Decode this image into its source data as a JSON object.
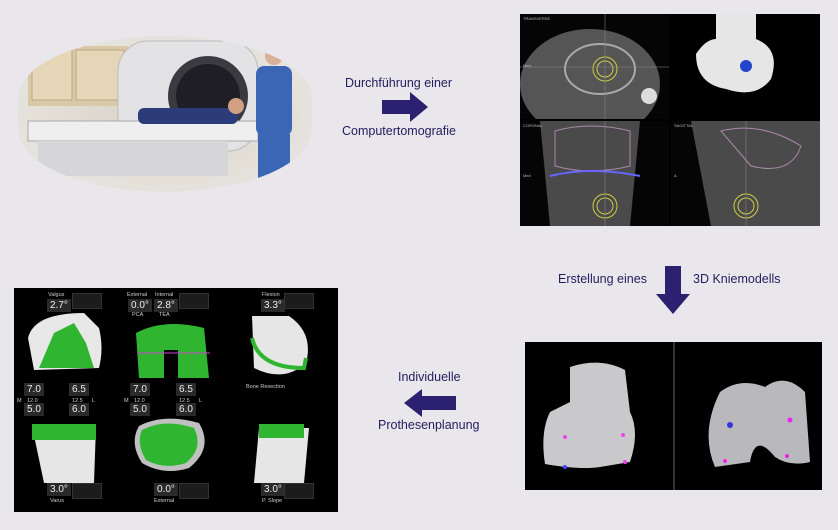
{
  "steps": {
    "step1": {
      "line1": "Durchführung einer",
      "line2": "Computertomografie"
    },
    "step2": {
      "line1": "Erstellung eines",
      "line2": "3D Kniemodells"
    },
    "step3": {
      "line1": "Individuelle",
      "line2": "Prothesenplanung"
    }
  },
  "ct_views": {
    "transverse": "TRANSVERSE",
    "coronal": "CORONAL",
    "sagittal": "SAGITTAL",
    "med1": "Med",
    "med2": "Med",
    "a": "A"
  },
  "planning": {
    "valgus_label": "Valgus",
    "valgus": "2.7°",
    "external_label": "External",
    "external": "0.0°",
    "pca_label": "PCA",
    "internal_label": "Internal",
    "internal": "2.8°",
    "tea_label": "TEA",
    "flexion_label": "Flexion",
    "flexion": "3.3°",
    "bone_resection": "Bone Resection",
    "left_block": {
      "top_m": "7.0",
      "top_l": "6.5",
      "m": "M",
      "mid_m": "12.0",
      "mid_l": "12.5",
      "l": "L",
      "bot_m": "5.0",
      "bot_l": "6.0"
    },
    "center_block": {
      "top_m": "7.0",
      "top_l": "6.5",
      "m": "M",
      "mid_m": "12.0",
      "mid_l": "12.5",
      "l": "L",
      "bot_m": "5.0",
      "bot_l": "6.0"
    },
    "varus": "3.0°",
    "varus_label": "Varus",
    "external2": "0.0°",
    "external2_label": "External",
    "slope": "3.0°",
    "slope_label": "P. Slope"
  },
  "colors": {
    "arrow": "#2b2170",
    "text": "#231c5e",
    "implant": "#2fb52f"
  }
}
